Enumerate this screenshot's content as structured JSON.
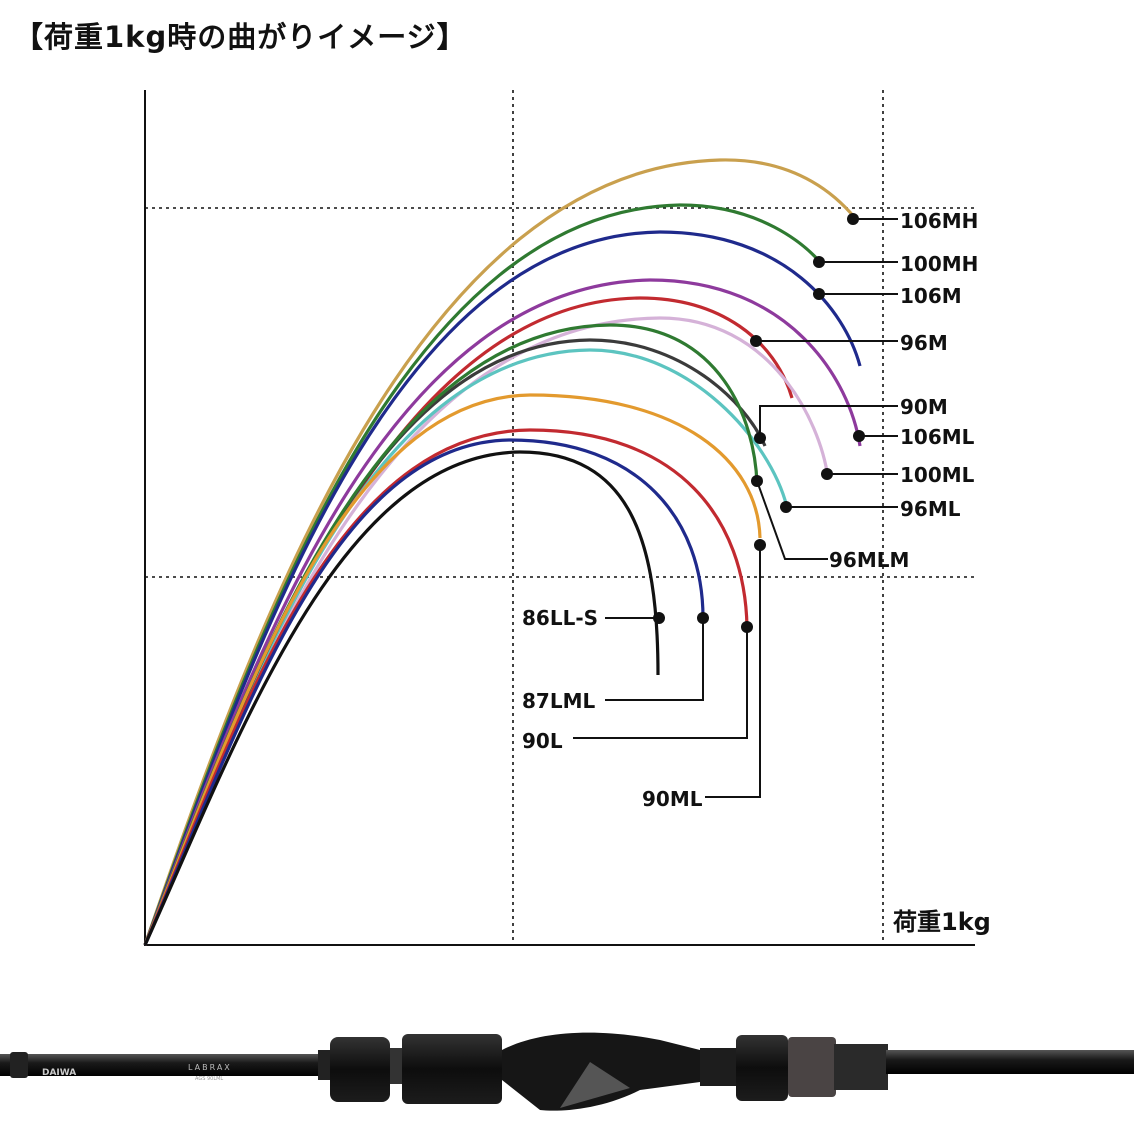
{
  "title": "【荷重1kg時の曲がりイメージ】",
  "axis_label": "荷重1kg",
  "models": [
    {
      "name": "106MH",
      "color": "#c9a04e"
    },
    {
      "name": "100MH",
      "color": "#2f7a31"
    },
    {
      "name": "106M",
      "color": "#1f2a8c"
    },
    {
      "name": "96M",
      "color": "#c22a30"
    },
    {
      "name": "90M",
      "color": "#3b3b3b"
    },
    {
      "name": "106ML",
      "color": "#8e3a9d"
    },
    {
      "name": "100ML",
      "color": "#d5b2d8"
    },
    {
      "name": "96ML",
      "color": "#5cc4c0"
    },
    {
      "name": "96MLM",
      "color": "#2f7a31"
    },
    {
      "name": "86LL-S",
      "color": "#111111"
    },
    {
      "name": "87LML",
      "color": "#1f2a8c"
    },
    {
      "name": "90L",
      "color": "#c22a30"
    },
    {
      "name": "90ML",
      "color": "#e39a2e"
    }
  ],
  "rod": {
    "brand_logo": "DAIWA",
    "model_text": "LABRAX",
    "sub_text": "AGS 90LML"
  }
}
